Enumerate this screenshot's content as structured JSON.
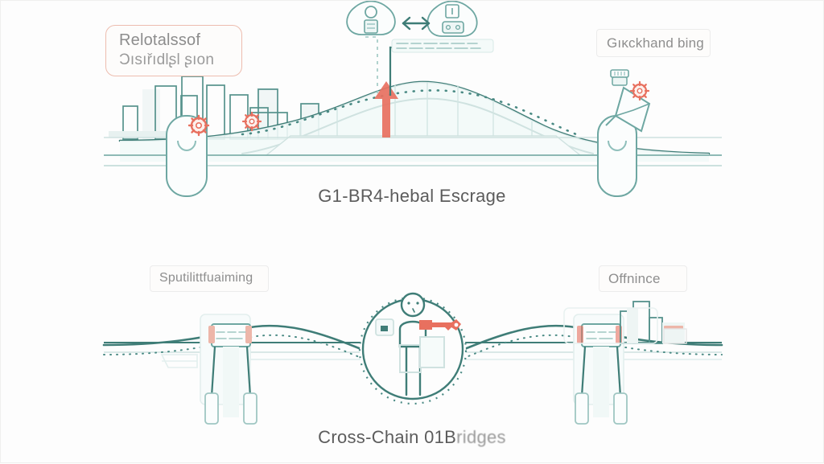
{
  "meta": {
    "palette": {
      "background": "#fdfdfd",
      "ink_teal": "#3f7d77",
      "ink_teal_light": "#cfe2e0",
      "accent_coral": "#e8705f",
      "accent_coral_soft": "#edbdaf",
      "text_grey": "#8b8b8b",
      "caption_grey": "#5c5c5c",
      "chip_border": "#ececec"
    },
    "style": "hand-drawn line illustration, two stacked panels"
  },
  "panels": {
    "top": {
      "caption": "G1-BR4-hebal Eѕcrage",
      "labels": {
        "relay": {
          "line1": "Relotalssof",
          "line2": "Ɔısıřıdlʂl ʂıon"
        },
        "quick": "Gıĸckhand bing"
      },
      "icons": {
        "upward_arrow": "up-arrow-icon",
        "exchange_arrow": "bidirectional-arrow-icon",
        "gear_left": "gear-icon",
        "gear_mid": "gear-icon",
        "gear_right": "gear-icon",
        "badge_left": "person-badge-icon",
        "badge_right": "server-badge-icon",
        "envelope": "envelope-icon",
        "skyline": "city-skyline",
        "arch": "bridge-arch",
        "dotted_arch": "dotted-trajectory"
      }
    },
    "bottom": {
      "caption_prefix": "Cross-Chain 01B",
      "caption_suffix": "ridges",
      "caption": "Cross-Chain 01Bridges",
      "labels": {
        "split": "Sputilittfuaiming",
        "off": "Offnince"
      },
      "icons": {
        "figure": "person-icon",
        "key": "key-icon",
        "node_left": "server-tower-icon",
        "node_right": "server-tower-icon",
        "circle": "dashed-circle",
        "wave": "wavy-connection-line",
        "card": "small-card-icon",
        "skyline": "city-skyline"
      }
    }
  }
}
